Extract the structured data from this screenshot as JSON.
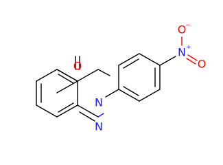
{
  "molecule": {
    "atoms": {
      "o_carbonyl": "O",
      "n_ring": "N",
      "n_ring_double": "N",
      "n_nitro": "N",
      "o_nitro_top": "O",
      "o_nitro_right": "O"
    },
    "charges": {
      "n_nitro": "+",
      "o_nitro_top": "−"
    }
  },
  "colors": {
    "bond": "#000000",
    "nitrogen": "#1a1aff",
    "oxygen": "#ff0000"
  }
}
